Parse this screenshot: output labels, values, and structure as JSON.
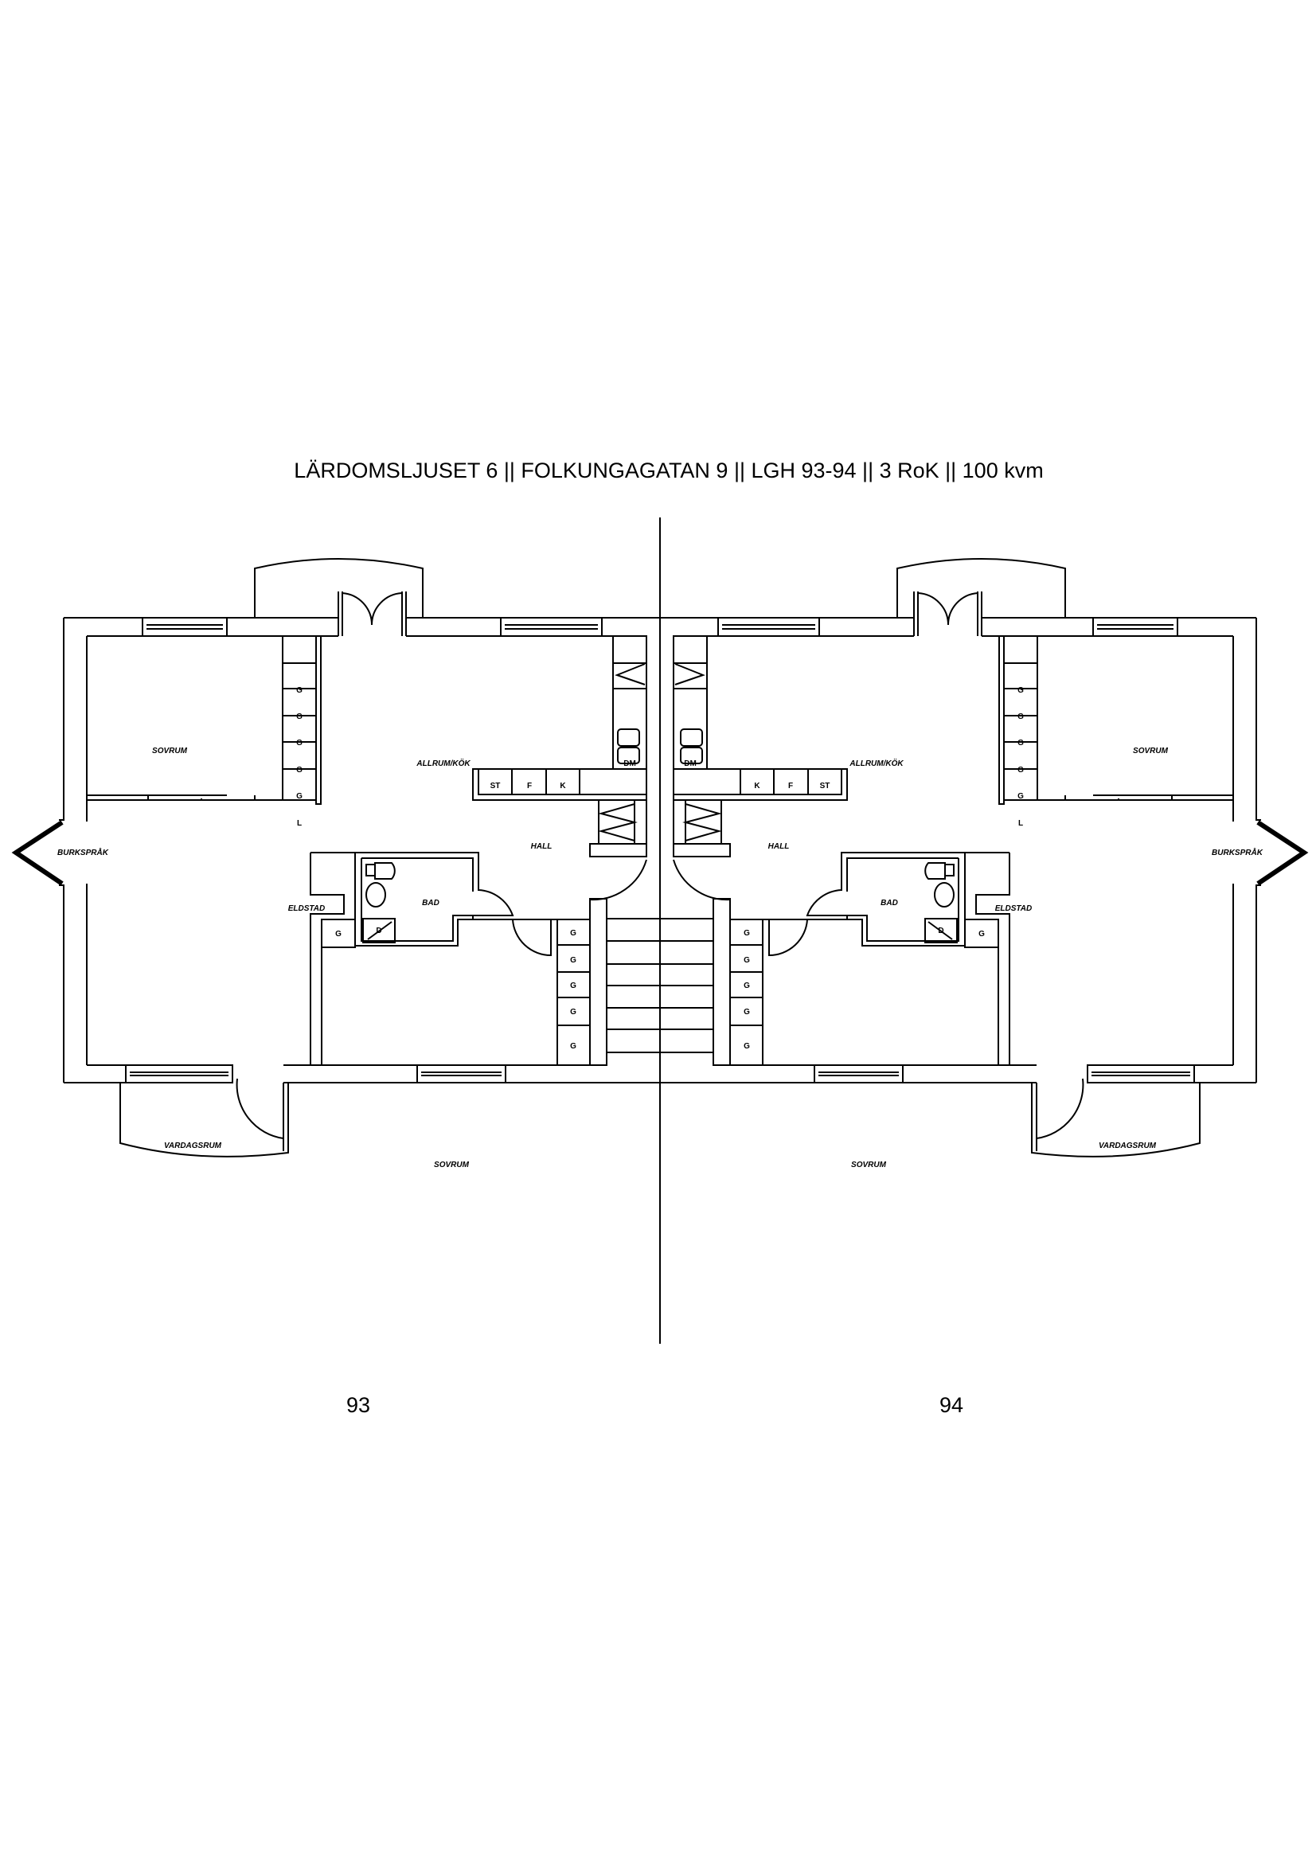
{
  "title": "LÄRDOMSLJUSET 6 || FOLKUNGAGATAN 9 || LGH 93-94 || 3 RoK || 100 kvm",
  "units": [
    {
      "number": "93"
    },
    {
      "number": "94"
    }
  ],
  "rooms": {
    "sovrum_1": "SOVRUM",
    "allrum_kok": "ALLRUM/KÖK",
    "burksprak": "BURKSPRÅK",
    "hall": "HALL",
    "bad": "BAD",
    "eldstad": "ELDSTAD",
    "vardagsrum": "VARDAGSRUM",
    "sovrum_2": "SOVRUM"
  },
  "fixtures": {
    "dishwasher": "DM",
    "stove": "ST",
    "fridge": "F",
    "freezer": "K",
    "shower": "D",
    "wardrobe": "G",
    "linen": "L"
  }
}
